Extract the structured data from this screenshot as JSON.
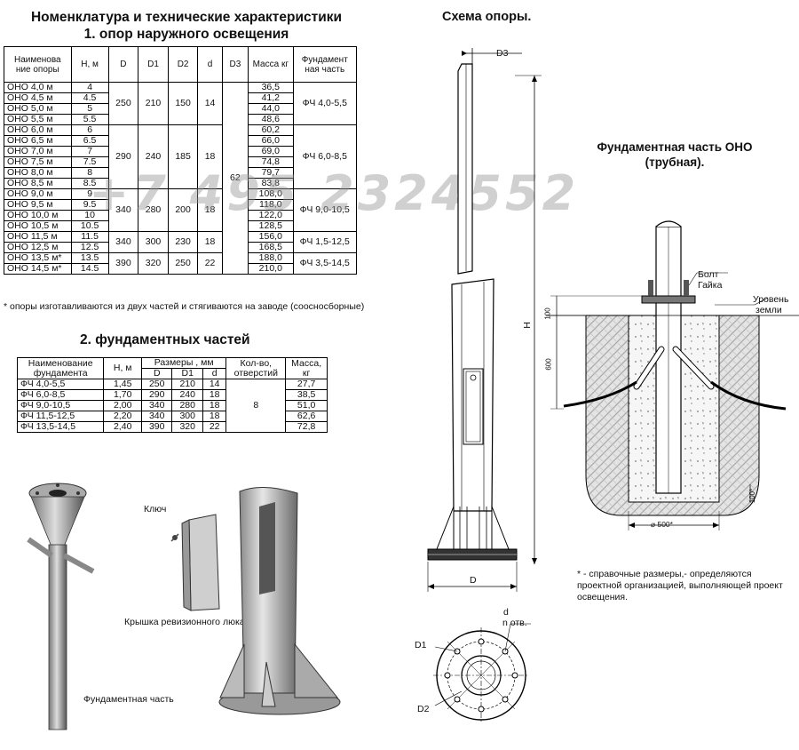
{
  "titles": {
    "main1": "Номенклатура и технические характеристики",
    "main2": "1. опор наружного освещения",
    "foundations": "2. фундаментных частей",
    "scheme": "Схема опоры.",
    "foundation_part1": "Фундаментная часть ОНО",
    "foundation_part2": "(трубная)."
  },
  "table1": {
    "headers": [
      "Наименова ние опоры",
      "Н, м",
      "D",
      "D1",
      "D2",
      "d",
      "D3",
      "Масса кг",
      "Фундамент ная часть"
    ],
    "rows": [
      [
        "ОНО 4,0 м",
        "4",
        "36,5"
      ],
      [
        "ОНО 4,5 м",
        "4.5",
        "41,2"
      ],
      [
        "ОНО 5,0 м",
        "5",
        "44,0"
      ],
      [
        "ОНО 5,5 м",
        "5.5",
        "48,6"
      ],
      [
        "ОНО 6,0 м",
        "6",
        "60,2"
      ],
      [
        "ОНО 6,5 м",
        "6.5",
        "66,0"
      ],
      [
        "ОНО 7,0 м",
        "7",
        "69,0"
      ],
      [
        "ОНО 7,5 м",
        "7.5",
        "74,8"
      ],
      [
        "ОНО 8,0 м",
        "8",
        "79,7"
      ],
      [
        "ОНО 8,5 м",
        "8.5",
        "83,8"
      ],
      [
        "ОНО 9,0 м",
        "9",
        "108,0"
      ],
      [
        "ОНО 9,5 м",
        "9.5",
        "118,0"
      ],
      [
        "ОНО 10,0 м",
        "10",
        "122,0"
      ],
      [
        "ОНО 10,5 м",
        "10.5",
        "128,5"
      ],
      [
        "ОНО 11,5 м",
        "11.5",
        "156,0"
      ],
      [
        "ОНО 12,5 м",
        "12.5",
        "168,5"
      ],
      [
        "ОНО 13,5 м*",
        "13.5",
        "188,0"
      ],
      [
        "ОНО 14,5 м*",
        "14.5",
        "210,0"
      ]
    ],
    "groups": [
      {
        "D": "250",
        "D1": "210",
        "D2": "150",
        "d": "14",
        "fund": "ФЧ 4,0-5,5"
      },
      {
        "D": "290",
        "D1": "240",
        "D2": "185",
        "d": "18",
        "fund": "ФЧ 6,0-8,5"
      },
      {
        "D": "340",
        "D1": "280",
        "D2": "200",
        "d": "18",
        "fund": "ФЧ 9,0-10,5"
      },
      {
        "D": "340",
        "D1": "300",
        "D2": "230",
        "d": "18",
        "fund": "ФЧ 1,5-12,5"
      },
      {
        "D": "390",
        "D1": "320",
        "D2": "250",
        "d": "22",
        "fund": "ФЧ 3,5-14,5"
      }
    ],
    "D3": "62"
  },
  "note1": "* опоры изготавливаются из двух частей и стягиваются на заводе (соосносборные)",
  "table2": {
    "headers": {
      "name": "Наименование фундамента",
      "h": "Н, м",
      "sizes": "Размеры , мм",
      "d_col": "D",
      "d1_col": "D1",
      "dd_col": "d",
      "holes": "Кол-во, отверстий",
      "mass": "Масса, кг"
    },
    "rows": [
      [
        "ФЧ 4,0-5,5",
        "1,45",
        "250",
        "210",
        "14",
        "27,7"
      ],
      [
        "ФЧ 6,0-8,5",
        "1,70",
        "290",
        "240",
        "18",
        "38,5"
      ],
      [
        "ФЧ 9,0-10,5",
        "2,00",
        "340",
        "280",
        "18",
        "51,0"
      ],
      [
        "ФЧ 11,5-12,5",
        "2,20",
        "340",
        "300",
        "18",
        "62,6"
      ],
      [
        "ФЧ 13,5-14,5",
        "2,40",
        "390",
        "320",
        "22",
        "72,8"
      ]
    ],
    "holes_value": "8"
  },
  "watermark": "+7 495 2324552",
  "labels": {
    "key": "Ключ",
    "hatch": "Крышка ревизионного люка",
    "foundation": "Фундаментная часть",
    "D3": "D3",
    "H": "Н",
    "D": "D",
    "d": "d",
    "holes": "n отв.",
    "D1": "D1",
    "D2": "D2",
    "bolt": "Болт",
    "nut": "Гайка",
    "level": "Уровень",
    "ground": "земли",
    "dim100a": "100",
    "dim600": "600",
    "dim100b": "100*",
    "dim500": "⌀ 500*"
  },
  "note2": "* - справочные размеры,- определяются проектной организацией, выполняющей проект освещения."
}
